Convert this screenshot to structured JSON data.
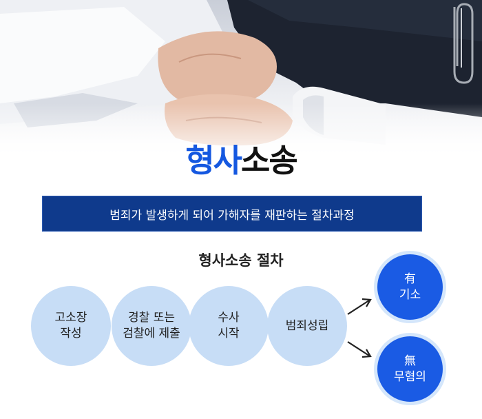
{
  "hero": {
    "title_part1": "형사",
    "title_part2": "소송",
    "banner_text": "범죄가 발생하게 되어 가해자를 재판하는 절차과정"
  },
  "process": {
    "title": "형사소송 절차",
    "steps": [
      {
        "line1": "고소장",
        "line2": "작성"
      },
      {
        "line1": "경찰 또는",
        "line2": "검찰에 제출"
      },
      {
        "line1": "수사",
        "line2": "시작"
      },
      {
        "line1": "범죄성립",
        "line2": ""
      }
    ],
    "outcomes": [
      {
        "line1": "有",
        "line2": "기소"
      },
      {
        "line1": "無",
        "line2": "무혐의"
      }
    ]
  },
  "colors": {
    "accent_blue": "#1558e0",
    "banner_navy": "#0f3a8c",
    "step_circle": "#c7ddf6",
    "outcome_circle": "#1a5be4"
  },
  "icons": [
    "handshake-photo",
    "paperclip-icon",
    "arrow-up-right-icon",
    "arrow-down-right-icon"
  ]
}
